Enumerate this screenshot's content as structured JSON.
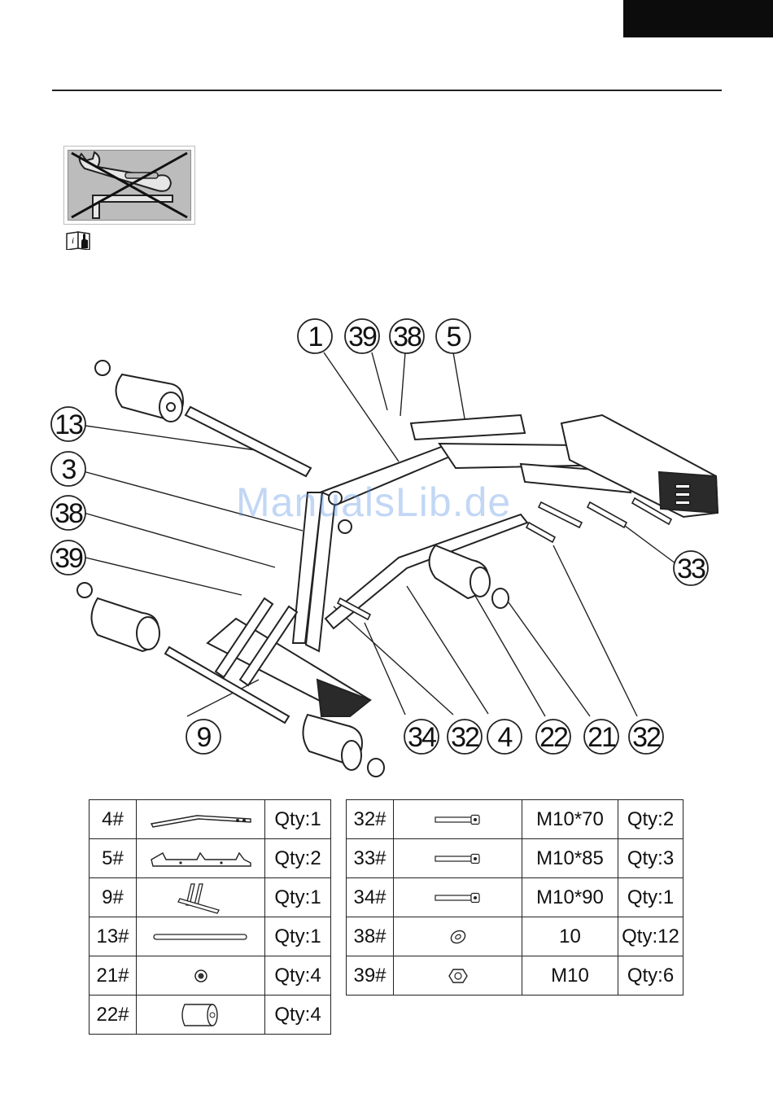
{
  "watermark": "ManualsLib.de",
  "callouts": {
    "c1": "1",
    "c39a": "39",
    "c38a": "38",
    "c5": "5",
    "c13": "13",
    "c3": "3",
    "c38b": "38",
    "c39b": "39",
    "c33": "33",
    "c9": "9",
    "c34": "34",
    "c32a": "32",
    "c4": "4",
    "c22": "22",
    "c21": "21",
    "c32b": "32"
  },
  "icons": {
    "no_tools": "wrench-allen-key-crossed-icon",
    "manual": "read-manual-icon"
  },
  "parts_left": [
    {
      "id": "4#",
      "icon": "frame-tube-icon",
      "qty": "Qty:1"
    },
    {
      "id": "5#",
      "icon": "pad-holder-bracket-icon",
      "qty": "Qty:2"
    },
    {
      "id": "9#",
      "icon": "leg-lever-icon",
      "qty": "Qty:1"
    },
    {
      "id": "13#",
      "icon": "axle-rod-icon",
      "qty": "Qty:1"
    },
    {
      "id": "21#",
      "icon": "end-cap-icon",
      "qty": "Qty:4"
    },
    {
      "id": "22#",
      "icon": "foam-roller-icon",
      "qty": "Qty:4"
    }
  ],
  "parts_right": [
    {
      "id": "32#",
      "icon": "bolt-icon",
      "size": "M10*70",
      "qty": "Qty:2"
    },
    {
      "id": "33#",
      "icon": "bolt-icon",
      "size": "M10*85",
      "qty": "Qty:3"
    },
    {
      "id": "34#",
      "icon": "bolt-icon",
      "size": "M10*90",
      "qty": "Qty:1"
    },
    {
      "id": "38#",
      "icon": "washer-icon",
      "size": "10",
      "qty": "Qty:12"
    },
    {
      "id": "39#",
      "icon": "nut-icon",
      "size": "M10",
      "qty": "Qty:6"
    }
  ]
}
